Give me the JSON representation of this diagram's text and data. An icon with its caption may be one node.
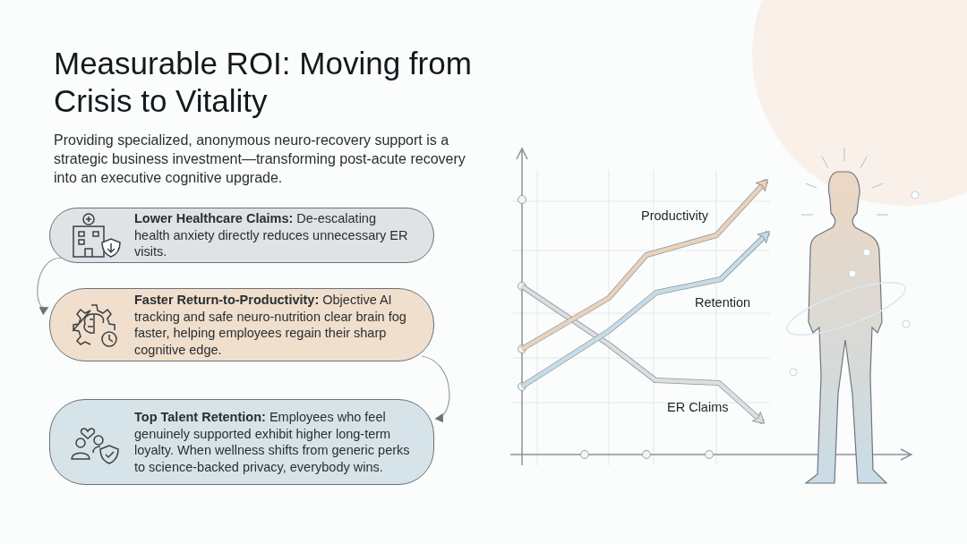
{
  "diagram": {
    "title": "Measurable ROI: Moving from Crisis to Vitality",
    "nodes": [
      {
        "text": [
          "**Lower Healthcare Claims:** De-escalating health anxiety directly reduces unnecessary ER visits."
        ]
      },
      {
        "text": [
          "**Faster Return-to-Productivity:** Objective AI tracking and safe neuro-nutrition clear brain fog faster, helping employees regain their sharp cognitive edge."
        ]
      },
      {
        "text": [
          "**Top Talent Retention:** Employees who feel genuinely supported exhibit higher long-term loyalty. When wellness shifts from generic perks to science-backed privacy, everybody wins."
        ]
      }
    ],
    "edges": [
      {
        "from": 0,
        "to": 1,
        "arrow": "to"
      },
      {
        "from": 1,
        "to": 2,
        "arrow": "to"
      }
    ],
    "labels": [
      "Providing specialized, anonymous neuro-recovery support is a strategic business investment—transforming post-acute recovery into an executive cognitive upgrade.",
      "Productivity",
      "Retention",
      "ER Claims"
    ]
  }
}
